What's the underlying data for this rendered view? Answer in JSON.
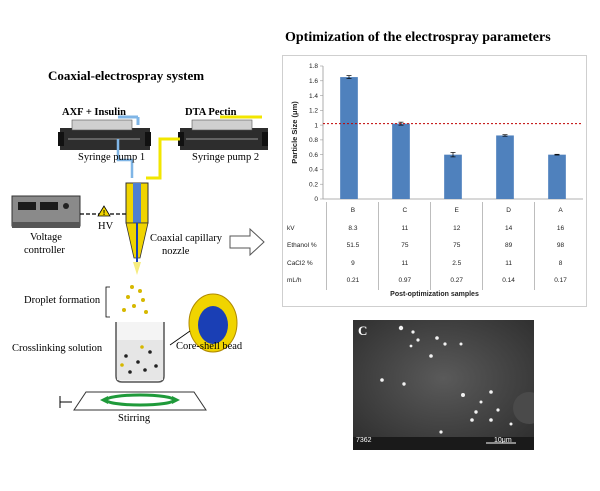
{
  "chart_title": "Optimization of the electrospray parameters",
  "system_title": "Coaxial-electrospray system",
  "diagram": {
    "labels": {
      "axf_insulin": "AXF + Insulin",
      "dta_pectin": "DTA Pectin",
      "syringe_pump_1": "Syringe pump 1",
      "syringe_pump_2": "Syringe pump 2",
      "hv": "HV",
      "voltage_controller_1": "Voltage",
      "voltage_controller_2": "controller",
      "coaxial_1": "Coaxial capillary",
      "coaxial_2": "nozzle",
      "droplet_formation": "Droplet formation",
      "crosslinking": "Crosslinking solution",
      "core_shell": "Core-shell bead",
      "stirring": "Stirring"
    },
    "colors": {
      "axf_line": "#7fb5e6",
      "pectin_line": "#f2e600",
      "core": "#1a3fb5",
      "shell": "#f0d400",
      "arrow_green": "#1f9a3a"
    }
  },
  "chart_data": {
    "type": "bar",
    "categories": [
      "B",
      "C",
      "E",
      "D",
      "A"
    ],
    "values": [
      1.65,
      1.02,
      0.6,
      0.86,
      0.6
    ],
    "errors": [
      0.02,
      0.02,
      0.03,
      0.01,
      0.005
    ],
    "ylabel": "Particle Size  (μm)",
    "xlabel": "Post-optimization samples",
    "ylim": [
      0,
      1.8
    ],
    "yticks": [
      "0",
      "0.2",
      "0.4",
      "0.6",
      "0.8",
      "1",
      "1.2",
      "1.4",
      "1.6",
      "1.8"
    ],
    "reference_line": 1.02,
    "bar_color": "#4f81bd",
    "ref_color": "#c00000",
    "table": {
      "rows": [
        {
          "label": "kV",
          "values": [
            "8.3",
            "11",
            "12",
            "14",
            "16"
          ]
        },
        {
          "label": "Ethanol %",
          "values": [
            "51.5",
            "75",
            "75",
            "89",
            "98"
          ]
        },
        {
          "label": "CaCl2 %",
          "values": [
            "9",
            "11",
            "2.5",
            "11",
            "8"
          ]
        },
        {
          "label": "mL/h",
          "values": [
            "0.21",
            "0.97",
            "0.27",
            "0.14",
            "0.17"
          ]
        }
      ]
    }
  },
  "sem": {
    "panel_label": "C",
    "id_text": "7362",
    "scale_text": "10μm"
  }
}
